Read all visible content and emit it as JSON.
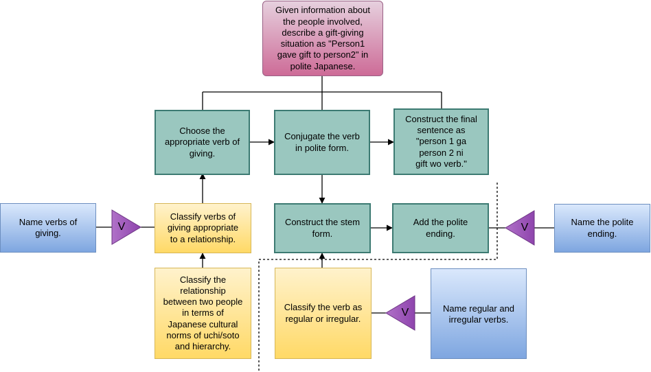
{
  "nodes": {
    "goal": "Given information about\nthe people involved,\ndescribe a gift-giving\nsituation as \"Person1\ngave gift to person2\" in\npolite Japanese.",
    "choose_verb": "Choose the\nappropriate verb of\ngiving.",
    "conjugate": "Conjugate the verb\nin polite form.",
    "construct_final": "Construct the final\nsentence as\n\"person 1 ga\nperson 2 ni\ngift wo verb.\"",
    "classify_verbs": "Classify verbs of\ngiving appropriate\nto a relationship.",
    "construct_stem": "Construct the stem\nform.",
    "add_polite": "Add the polite\nending.",
    "classify_relationship": "Classify the\nrelationship\nbetween two people\nin terms of\nJapanese cultural\nnorms of uchi/soto\nand hierarchy.",
    "classify_regular": "Classify the verb as\nregular or irregular.",
    "name_giving": "Name verbs of\ngiving.",
    "name_polite": "Name the polite\nending.",
    "name_regular": "Name regular and\nirregular verbs."
  },
  "connectors": {
    "v_left": "V",
    "v_right": "V",
    "v_bottom": "V"
  },
  "colors": {
    "goal_fill": "#cd6b97",
    "step_fill": "#9ac7bf",
    "classify_fill": "#ffd966",
    "name_fill": "#7ea6e0",
    "triangle_fill": "#9b59b6"
  }
}
